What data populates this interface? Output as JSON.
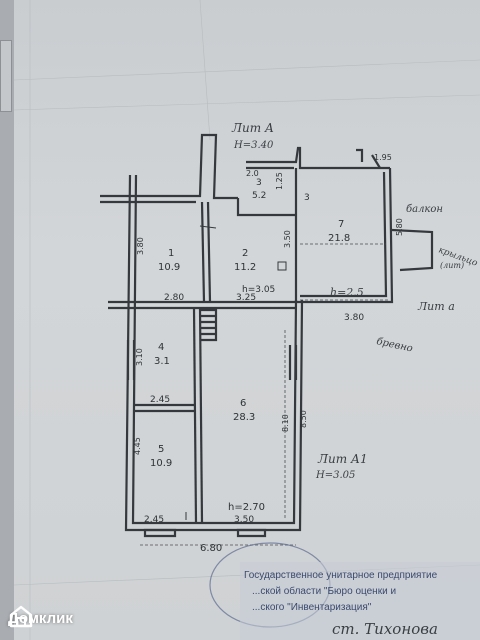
{
  "plan": {
    "header_top": "Лит А",
    "header_top_height": "Н=3.40",
    "header_bottom": "Лит А1",
    "header_bottom_height": "Н=3.05",
    "liter_a_right": "Лит а",
    "rooms": [
      {
        "number": "1",
        "area": "10.9"
      },
      {
        "number": "2",
        "area": "11.2"
      },
      {
        "number": "3",
        "area": "5.2"
      },
      {
        "number": "4",
        "area": "3.1"
      },
      {
        "number": "5",
        "area": "10.9"
      },
      {
        "number": "6",
        "area": "28.3"
      },
      {
        "number": "7",
        "area": "21.8"
      }
    ],
    "room2_height": "h=3.05",
    "room6_height": "h=2.70",
    "room7_height": "h=2.5",
    "dimensions": {
      "d_2_0": "2.0",
      "d_1_25": "1.25",
      "d_3": "3",
      "d_1_95": "1.95",
      "d_3_80a": "3.80",
      "d_3_50a": "3.50",
      "d_5_80": "5.80",
      "d_2_80": "2.80",
      "d_3_25": "3.25",
      "d_3_80b": "3.80",
      "d_3_10": "3.10",
      "d_2_45a": "2.45",
      "d_8_10": "8.10",
      "d_8_50": "8.50",
      "d_4_45": "4.45",
      "d_2_45b": "2.45",
      "d_3_50b": "3.50",
      "d_6_80": "6.80"
    },
    "notes": {
      "balcony": "балкон",
      "porch": "крыльцо",
      "wood": "бревно",
      "porch_sub": "(лит)"
    }
  },
  "stamp": {
    "line1": "Государственное унитарное предприятие",
    "line2": "...ской области \"Бюро оценки и",
    "line3": "...ского \"Инвентаризация\"",
    "signature": "ст. Тихонова"
  },
  "watermark": {
    "brand": "Домклик"
  },
  "colors": {
    "ink": "#2f3336",
    "stamp": "#3b4a6e",
    "paper": "#cfd2d4"
  }
}
